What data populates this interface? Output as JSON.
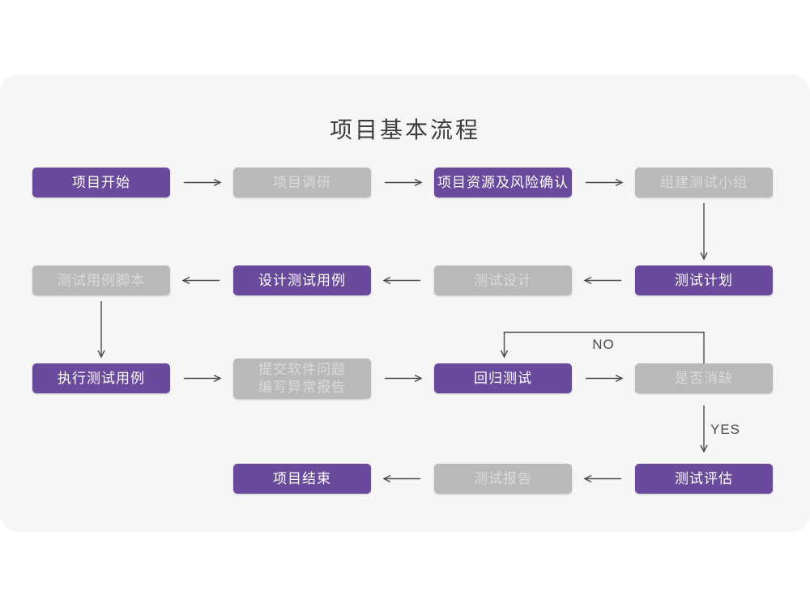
{
  "page": {
    "background": "#ffffff",
    "panel_background": "#f6f6f7"
  },
  "colors": {
    "node_purple": "#6a4a9c",
    "node_gray": "#b9b9b9",
    "purple_text": "#ffffff",
    "gray_text": "#dadada",
    "arrow": "#4a4a4a",
    "title_text": "#3d3d3d"
  },
  "flowchart": {
    "title": "项目基本流程",
    "nodes": [
      {
        "label": "项目开始",
        "variant": "purple"
      },
      {
        "label": "项目调研",
        "variant": "gray"
      },
      {
        "label": "项目资源及风险确认",
        "variant": "purple"
      },
      {
        "label": "组建测试小组",
        "variant": "gray"
      },
      {
        "label": "测试计划",
        "variant": "purple"
      },
      {
        "label": "测试设计",
        "variant": "gray"
      },
      {
        "label": "设计测试用例",
        "variant": "purple"
      },
      {
        "label": "测试用例脚本",
        "variant": "gray"
      },
      {
        "label": "执行测试用例",
        "variant": "purple"
      },
      {
        "label": "提交软件问题\n编写异常报告",
        "variant": "gray"
      },
      {
        "label": "回归测试",
        "variant": "purple"
      },
      {
        "label": "是否消缺",
        "variant": "gray"
      },
      {
        "label": "测试评估",
        "variant": "purple"
      },
      {
        "label": "测试报告",
        "variant": "gray"
      },
      {
        "label": "项目结束",
        "variant": "purple"
      }
    ],
    "branch_labels": {
      "no": "NO",
      "yes": "YES"
    }
  }
}
